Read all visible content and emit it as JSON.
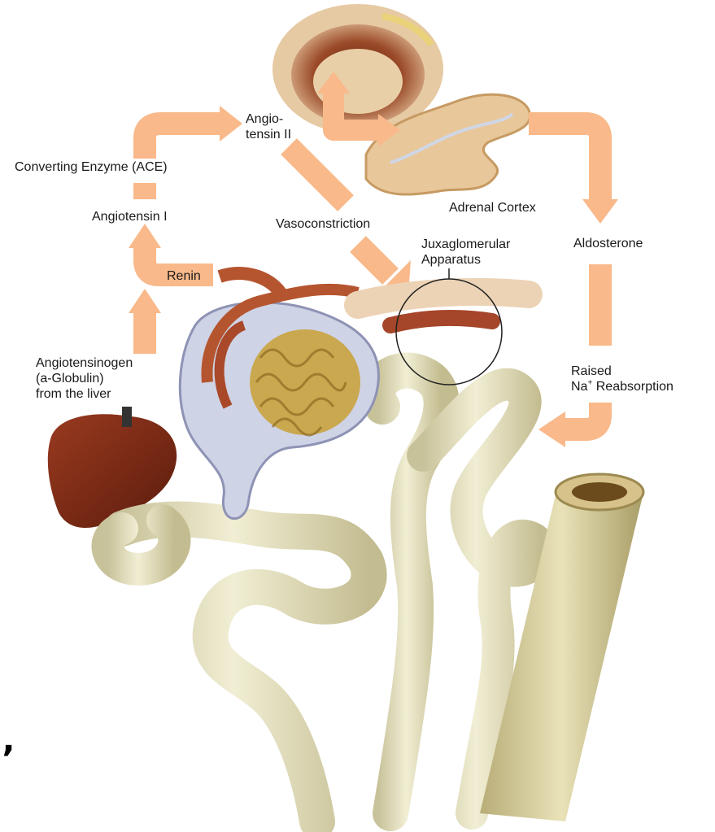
{
  "labels": {
    "converting_enzyme": "Converting Enzyme (ACE)",
    "angiotensin_i": "Angiotensin I",
    "angiotensin_ii_line1": "Angio-",
    "angiotensin_ii_line2": "tensin II",
    "vasoconstriction": "Vasoconstriction",
    "adrenal_cortex": "Adrenal Cortex",
    "aldosterone": "Aldosterone",
    "juxtaglomerular_line1": "Juxaglomerular",
    "juxtaglomerular_line2": "Apparatus",
    "renin": "Renin",
    "angiotensinogen_line1": "Angiotensinogen",
    "angiotensinogen_line2": "(a-Globulin)",
    "angiotensinogen_line3": "from the liver",
    "raised_line1": "Raised",
    "raised_na": "Na",
    "raised_sup": "+",
    "raised_rest": " Reabsorption"
  },
  "stray_mark": "’",
  "colors": {
    "arrow": "#f9b98a",
    "vessel_outer": "#a35a32",
    "vessel_inner": "#7a2e14",
    "adrenal": "#e8c79a",
    "tubule": "#e6e2bf",
    "tubule_shade": "#c8c29a",
    "glomerulus": "#c9a84f",
    "capsule": "#b8bdd6",
    "artery": "#b5552f",
    "liver": "#7a2a16",
    "vein": "#d8cf9e"
  }
}
